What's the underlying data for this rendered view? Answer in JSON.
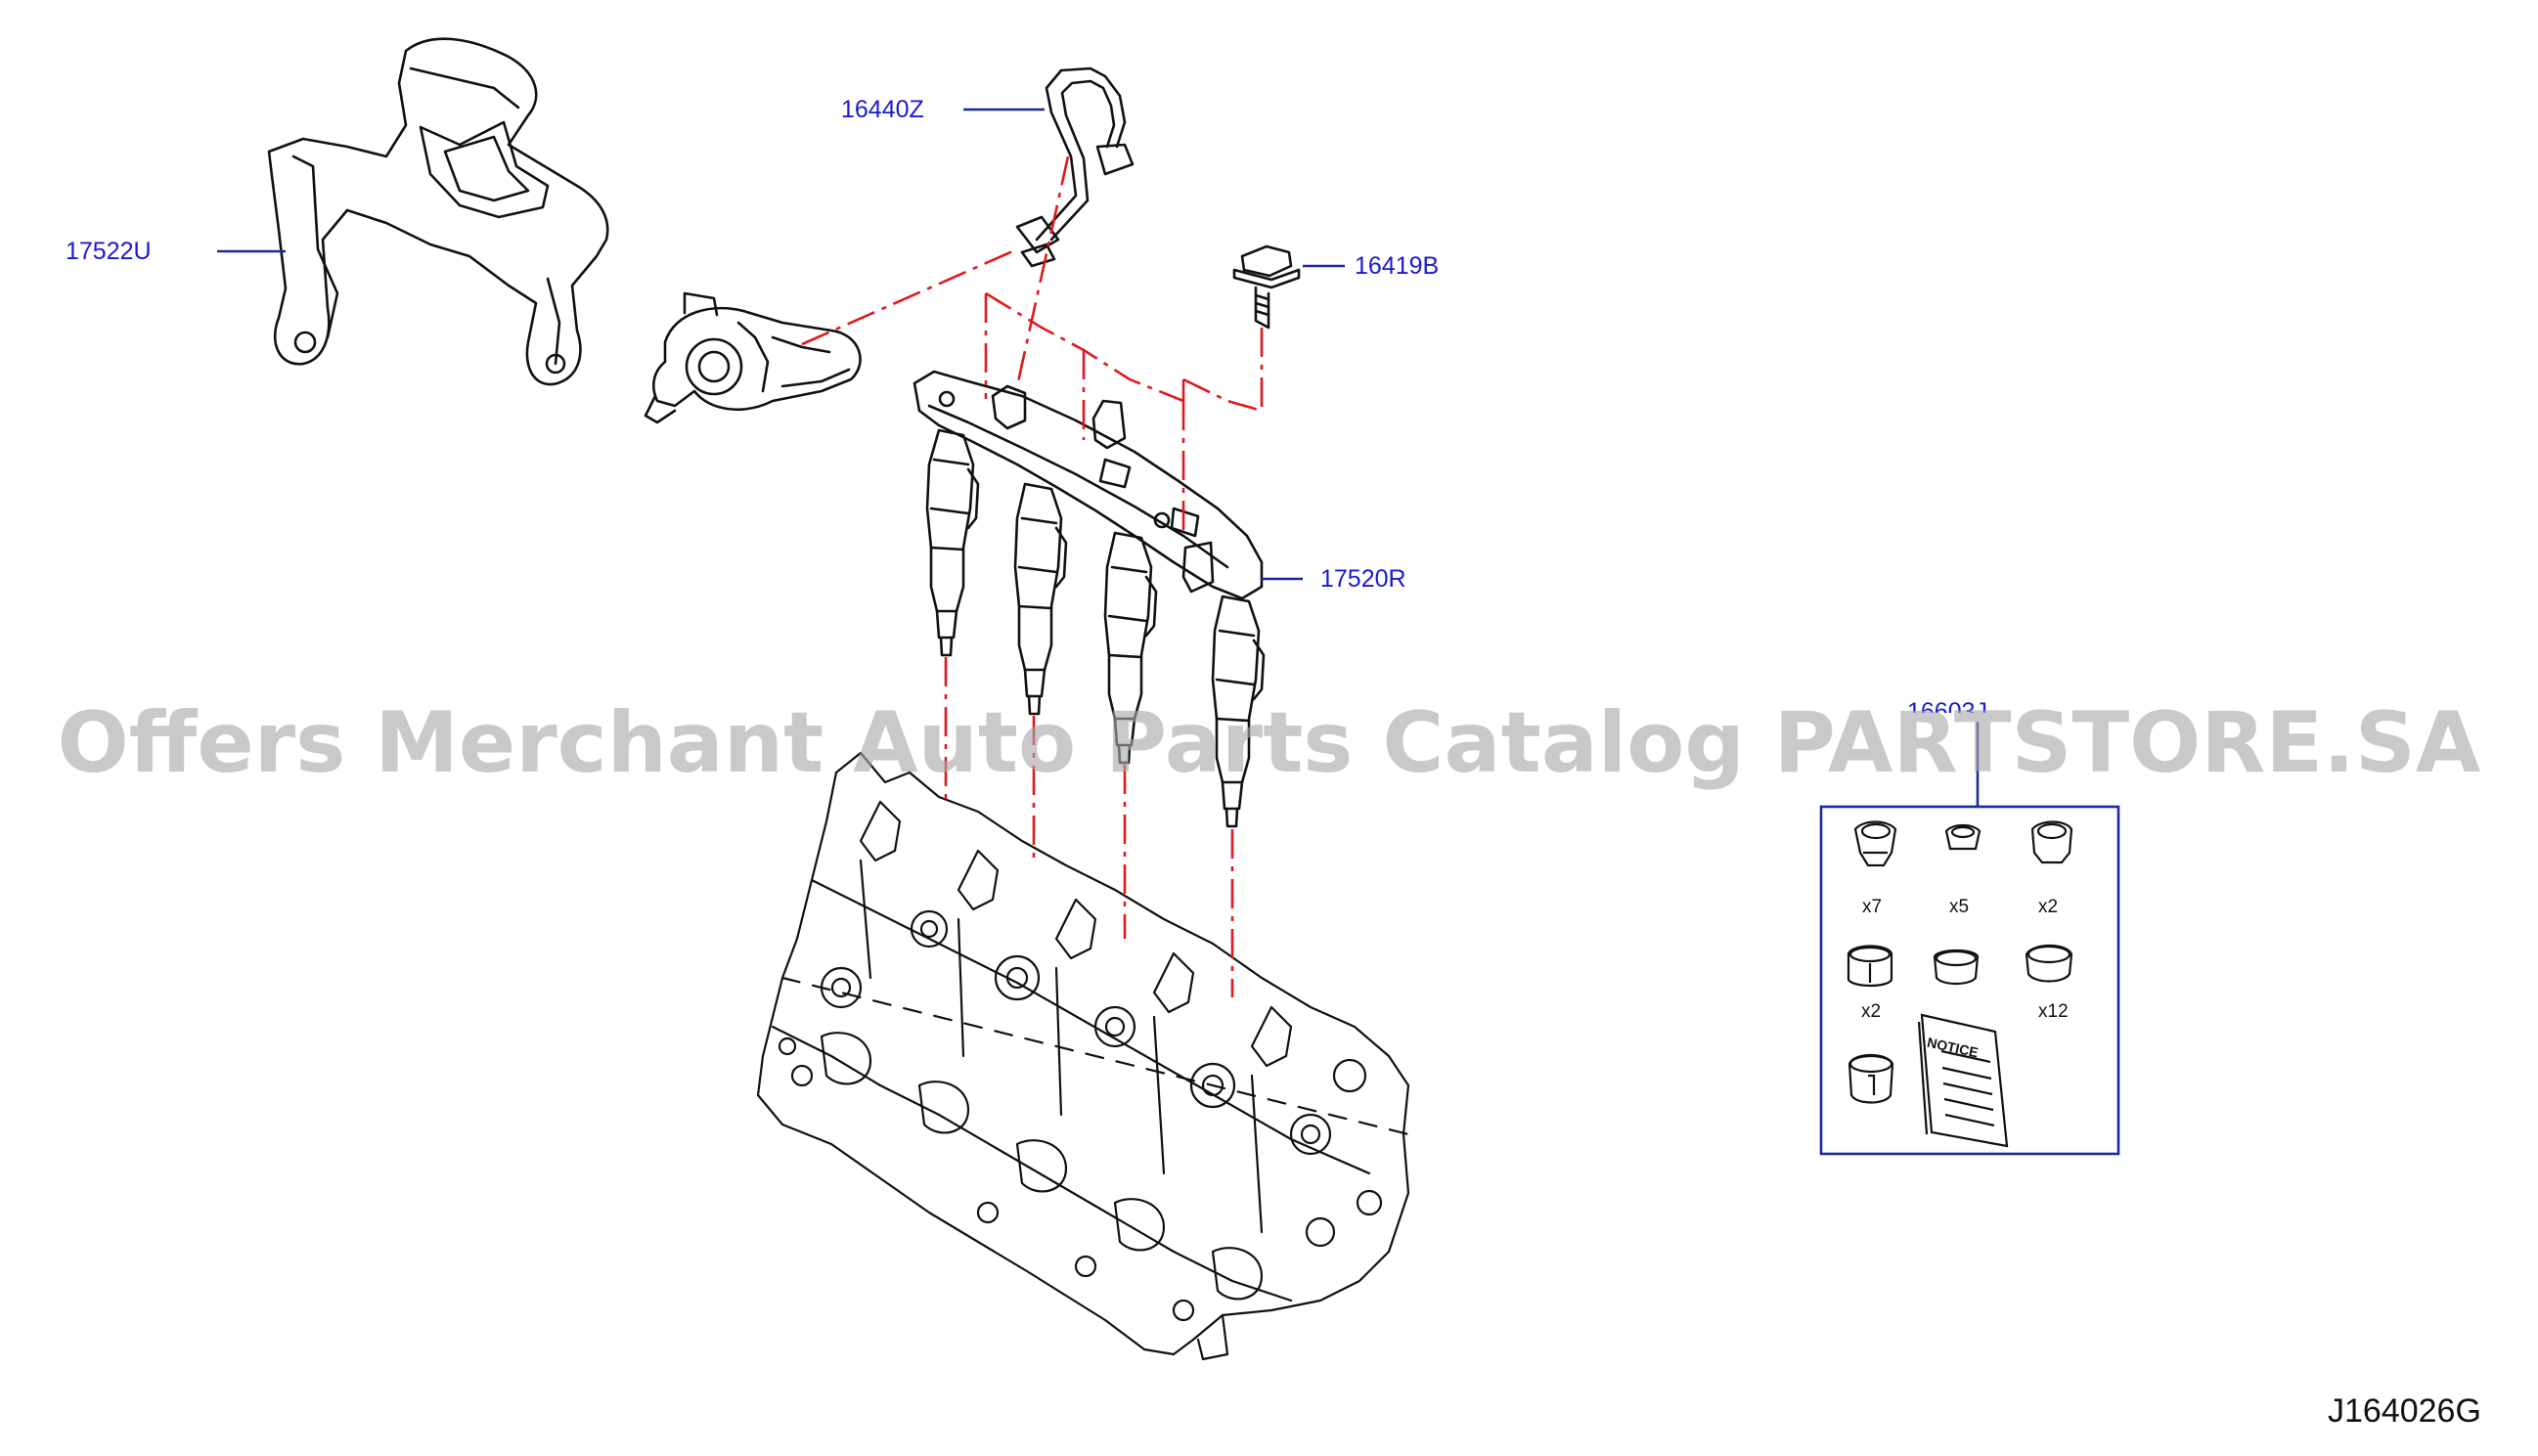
{
  "callouts": {
    "c16440z": "16440Z",
    "c17522u": "17522U",
    "c16419b": "16419B",
    "c17520r": "17520R",
    "c16603j": "16603J"
  },
  "kit": {
    "qty_1": "x7",
    "qty_2": "x5",
    "qty_3": "x2",
    "qty_4": "x2",
    "qty_5": "x12",
    "notice": "NOTICE"
  },
  "diagram_id": "J164026G",
  "watermark": "Offers Merchant Auto Parts Catalog PARTSTORE.SA",
  "colors": {
    "callout": "#1a1ad6",
    "leader": "#1a2a9a",
    "phantom": "#e0191f",
    "line": "#111111",
    "watermark": "#a8a8a8"
  }
}
